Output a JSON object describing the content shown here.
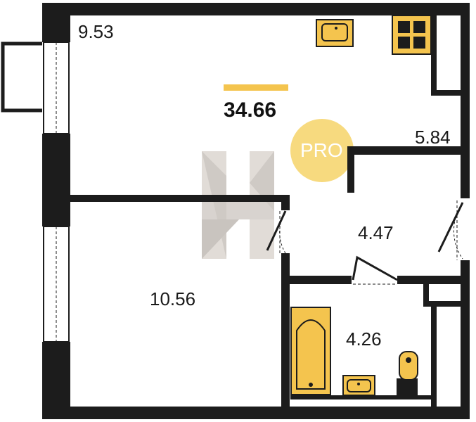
{
  "plan": {
    "total_area": "34.66",
    "rooms": {
      "kitchen_living": "9.53",
      "hall": "5.84",
      "corridor": "4.47",
      "bedroom": "10.56",
      "bathroom": "4.26"
    },
    "badge_text": "PRO",
    "colors": {
      "wall": "#1c1c1c",
      "fixture": "#f4c44e",
      "fixture_stroke": "#1c1c1c",
      "accent": "#f4c44e",
      "badge": "#f6d469"
    },
    "icons": {
      "sink": "sink-icon",
      "stove": "stove-icon",
      "bathtub": "bathtub-icon",
      "toilet": "toilet-icon",
      "logo": "watermark-logo"
    }
  }
}
